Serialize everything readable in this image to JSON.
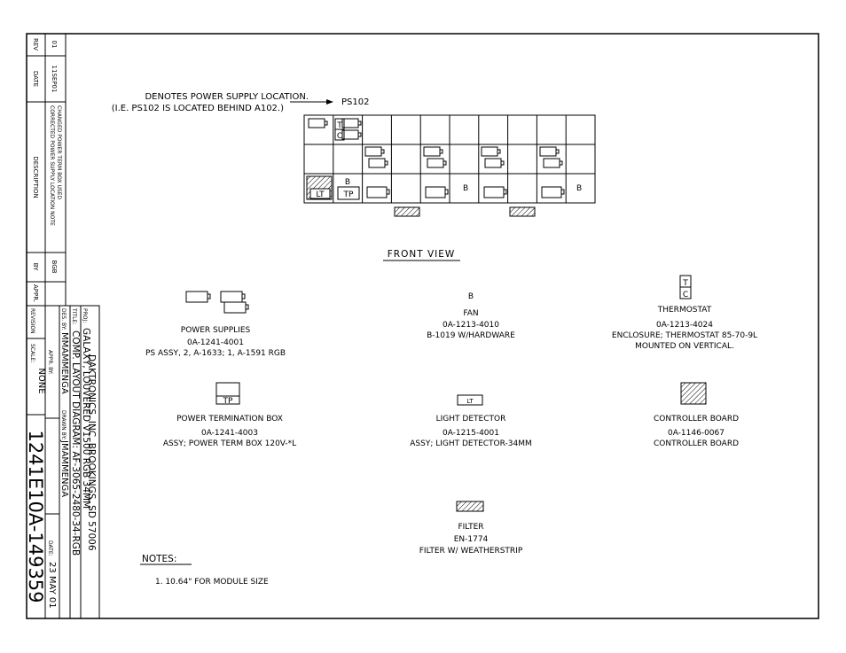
{
  "callout": {
    "line1": "DENOTES POWER SUPPLY LOCATION.",
    "line2": "(I.E. PS102 IS LOCATED BEHIND A102.)",
    "tag": "PS102"
  },
  "grid_labels": {
    "tc_t": "T",
    "tc_c": "C",
    "b": "B",
    "tp": "TP",
    "lt": "LT"
  },
  "front_view": "FRONT VIEW",
  "legend": {
    "power_supplies": {
      "title": "POWER SUPPLIES",
      "part": "0A-1241-4001",
      "desc": "PS ASSY, 2, A-1633; 1, A-1591 RGB"
    },
    "fan": {
      "symbol": "B",
      "title": "FAN",
      "part": "0A-1213-4010",
      "desc": "B-1019 W/HARDWARE"
    },
    "thermostat": {
      "symbol_t": "T",
      "symbol_c": "C",
      "title": "THERMOSTAT",
      "part": "0A-1213-4024",
      "desc": "ENCLOSURE; THERMOSTAT 85-70-9L",
      "note": "MOUNTED ON VERTICAL."
    },
    "power_term": {
      "symbol": "TP",
      "title": "POWER TERMINATION BOX",
      "part": "0A-1241-4003",
      "desc": "ASSY; POWER TERM BOX 120V-*L"
    },
    "light_detector": {
      "symbol": "LT",
      "title": "LIGHT DETECTOR",
      "part": "0A-1215-4001",
      "desc": "ASSY; LIGHT DETECTOR-34MM"
    },
    "controller": {
      "title": "CONTROLLER BOARD",
      "part": "0A-1146-0067",
      "desc": "CONTROLLER BOARD"
    },
    "filter": {
      "title": "FILTER",
      "part": "EN-1774",
      "desc": "FILTER W/ WEATHERSTRIP"
    }
  },
  "notes": {
    "heading": "NOTES:",
    "item1": "1.  10.64\" FOR MODULE SIZE"
  },
  "revision_block": {
    "h_rev": "REV",
    "h_date": "DATE",
    "h_desc": "DESCRIPTION",
    "h_by": "BY",
    "h_appr": "APPR.",
    "rev": "01",
    "date": "11SEP01",
    "desc1": "CORRECTED POWER SUPPLY LOCATION NOTE",
    "desc2": "CHANGED POWER TERM BOX USED",
    "by": "BGB"
  },
  "title_block": {
    "company": "DAKTRONICS, INC.  BROOKINGS, SD  57006",
    "proj_label": "PROJ:",
    "proj": "GALAXY, LOUVERED V1500 RGB 34MM",
    "title_label": "TITLE:",
    "title": "COMP. LAYOUT DIAGRAM: AF-3065-2480-34-RGB",
    "des_label": "DES. BY:",
    "des_by": "MMAMMENGA",
    "drawn_label": "DRAWN BY:",
    "drawn_by": "JMAMMENGA",
    "revision_label": "REVISION",
    "appr_label": "APPR. BY:",
    "date_label": "DATE:",
    "date": "23 MAY 01",
    "scale_label": "SCALE:",
    "scale": "NONE",
    "drawing_number": "1241E10A-149359"
  }
}
